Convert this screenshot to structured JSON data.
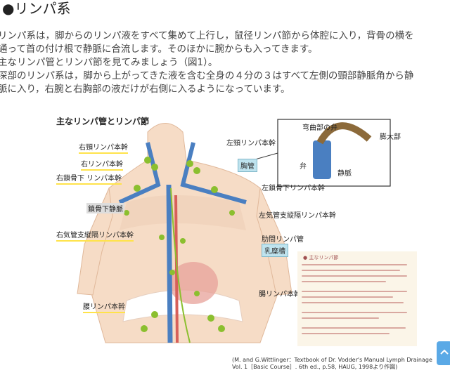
{
  "heading": "●リンパ系",
  "paragraphs": [
    "リンパ系は，脚からのリンパ液をすべて集めて上行し，鼠径リンパ節から体腔に入り，背骨の横を",
    "通って首の付け根で静脈に合流します。そのほかに腕からも入ってきます。",
    "主なリンパ管とリンパ節を見てみましょう（図1）。",
    "深部のリンパ系は，脚から上がってきた液を含む全身の４分の３はすべて左側の頸部静脈角から静",
    "脈に入り，右腕と右胸部の液だけが右側に入るようになっています。"
  ],
  "figure": {
    "title": "主なリンパ管とリンパ節",
    "labels": {
      "right_jugular": "右頸リンパ本幹",
      "right_lymph_duct": "右リンパ本幹",
      "right_subclavian": "右鎖骨下 リンパ本幹",
      "subclavian_trunk": "鎖骨下静脈",
      "right_bronchomed": "右気管支縦隔リンパ本幹",
      "lumbar_trunk": "腰リンパ本幹",
      "left_jugular": "左頸リンパ本幹",
      "thoracic_duct": "胸管",
      "left_subclavian": "左鎖骨下リンパ本幹",
      "left_bronchomed": "左気管支縦隔リンパ本幹",
      "intercostal": "肋間リンパ管",
      "cisterna_chyli": "乳糜槽",
      "intestinal_trunk": "腸リンパ本幹",
      "inset_arch": "弯曲部の弁",
      "inset_dilated": "膨大部",
      "inset_valve": "弁",
      "inset_vein": "静脈"
    },
    "citation": [
      "(M. and G.Wittlinger：Textbook of Dr. Vodder's Manual Lymph Drainage",
      "Vol. 1［Basic Course］. 6th ed., p.58, HAUG, 1998より作図)"
    ],
    "note_title": "● 主なリンパ節"
  },
  "colors": {
    "lymph": "#8bbf2f",
    "vein": "#4a7fc1",
    "artery": "#d7605a",
    "skin": "#f6dcc6",
    "accent_button": "#5aa9e6"
  },
  "icons": {
    "scroll_top": "arrow-up-icon"
  }
}
